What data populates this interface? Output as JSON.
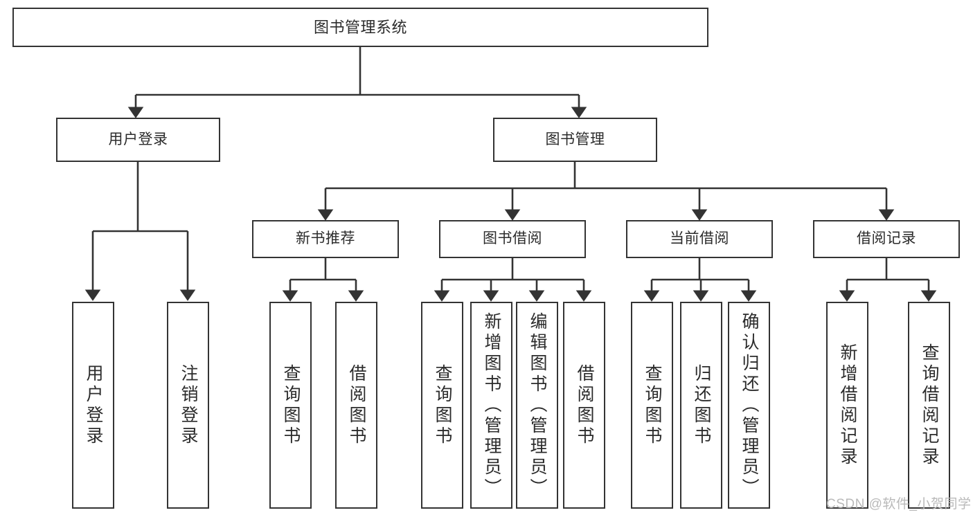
{
  "diagram": {
    "type": "hierarchy-tree",
    "title": "图书管理系统",
    "root": {
      "id": "root",
      "label": "图书管理系统"
    },
    "level1": [
      {
        "id": "user-login",
        "label": "用户登录"
      },
      {
        "id": "book-manage",
        "label": "图书管理"
      }
    ],
    "level2": [
      {
        "id": "new-book-recommend",
        "label": "新书推荐",
        "parent": "book-manage"
      },
      {
        "id": "book-borrow",
        "label": "图书借阅",
        "parent": "book-manage"
      },
      {
        "id": "current-borrow",
        "label": "当前借阅",
        "parent": "book-manage"
      },
      {
        "id": "borrow-record",
        "label": "借阅记录",
        "parent": "book-manage"
      }
    ],
    "leaves": [
      {
        "id": "leaf-user-login",
        "label": "用户登录",
        "parent": "user-login"
      },
      {
        "id": "leaf-logout-login",
        "label": "注销登录",
        "parent": "user-login"
      },
      {
        "id": "leaf-query-book-1",
        "label": "查询图书",
        "parent": "new-book-recommend"
      },
      {
        "id": "leaf-borrow-book-1",
        "label": "借阅图书",
        "parent": "new-book-recommend"
      },
      {
        "id": "leaf-query-book-2",
        "label": "查询图书",
        "parent": "book-borrow"
      },
      {
        "id": "leaf-add-book",
        "label": "新增图书（管理员）",
        "parent": "book-borrow"
      },
      {
        "id": "leaf-edit-book",
        "label": "编辑图书（管理员）",
        "parent": "book-borrow"
      },
      {
        "id": "leaf-borrow-book-2",
        "label": "借阅图书",
        "parent": "book-borrow"
      },
      {
        "id": "leaf-query-book-3",
        "label": "查询图书",
        "parent": "current-borrow"
      },
      {
        "id": "leaf-return-book",
        "label": "归还图书",
        "parent": "current-borrow"
      },
      {
        "id": "leaf-confirm-return",
        "label": "确认归还（管理员）",
        "parent": "current-borrow"
      },
      {
        "id": "leaf-add-record",
        "label": "新增借阅记录",
        "parent": "borrow-record"
      },
      {
        "id": "leaf-query-record",
        "label": "查询借阅记录",
        "parent": "borrow-record"
      }
    ]
  },
  "watermark": {
    "text": "CSDN @软件_小贺同学"
  },
  "colors": {
    "stroke": "#333333",
    "text": "#2b2b2b",
    "background": "#ffffff",
    "watermark": "#b9b9b9"
  }
}
